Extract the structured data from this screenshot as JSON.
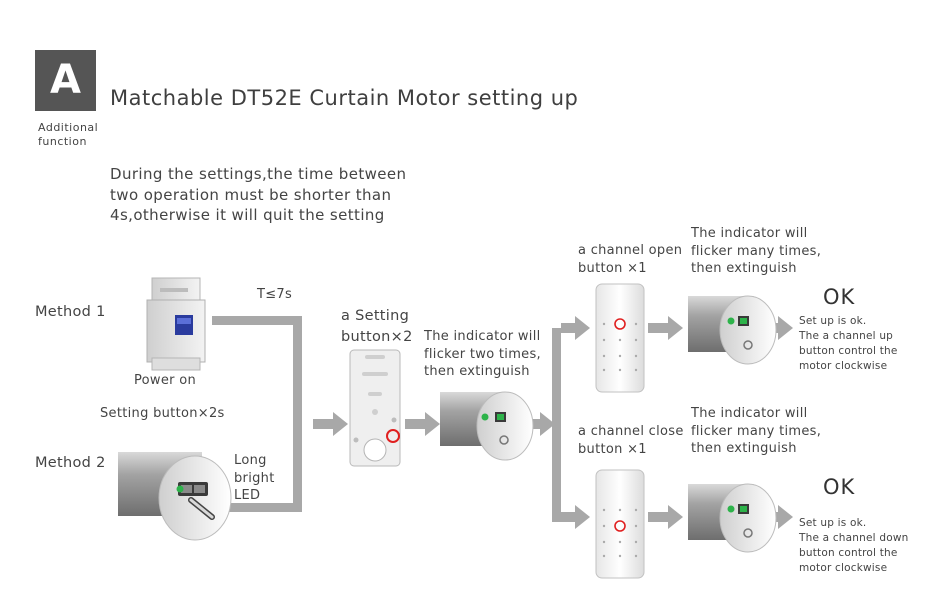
{
  "badge": {
    "letter": "A",
    "subtitle": "Additional\nfunction"
  },
  "title": "Matchable DT52E Curtain Motor setting up",
  "intro": "During the settings,the time between\ntwo operation must be shorter than\n4s,otherwise it will quit the setting",
  "method1": {
    "label": "Method 1",
    "device_label": "Power on",
    "timing_label": "T≤7s"
  },
  "method2": {
    "label": "Method 2",
    "action_label": "Setting button×2s",
    "led_label": "Long\nbright\nLED"
  },
  "setting_step": {
    "button_label": "a Setting\nbutton×2",
    "indicator_label": "The indicator will\nflicker two times,\nthen extinguish"
  },
  "open_branch": {
    "button_label": "a channel open\nbutton ×1",
    "indicator_label": "The indicator will\nflicker many times,\nthen extinguish",
    "ok": "OK",
    "result": "Set up is ok.\nThe a channel up\nbutton control the\nmotor clockwise"
  },
  "close_branch": {
    "button_label": "a channel close\nbutton ×1",
    "indicator_label": "The indicator will\nflicker many times,\nthen extinguish",
    "ok": "OK",
    "result": "Set up is ok.\nThe a channel down\nbutton control the\nmotor clockwise"
  },
  "colors": {
    "badge_bg": "#555555",
    "text": "#444444",
    "connector": "#a8a8a8",
    "indicator_green": "#2db34a",
    "highlight_red": "#e02020"
  }
}
